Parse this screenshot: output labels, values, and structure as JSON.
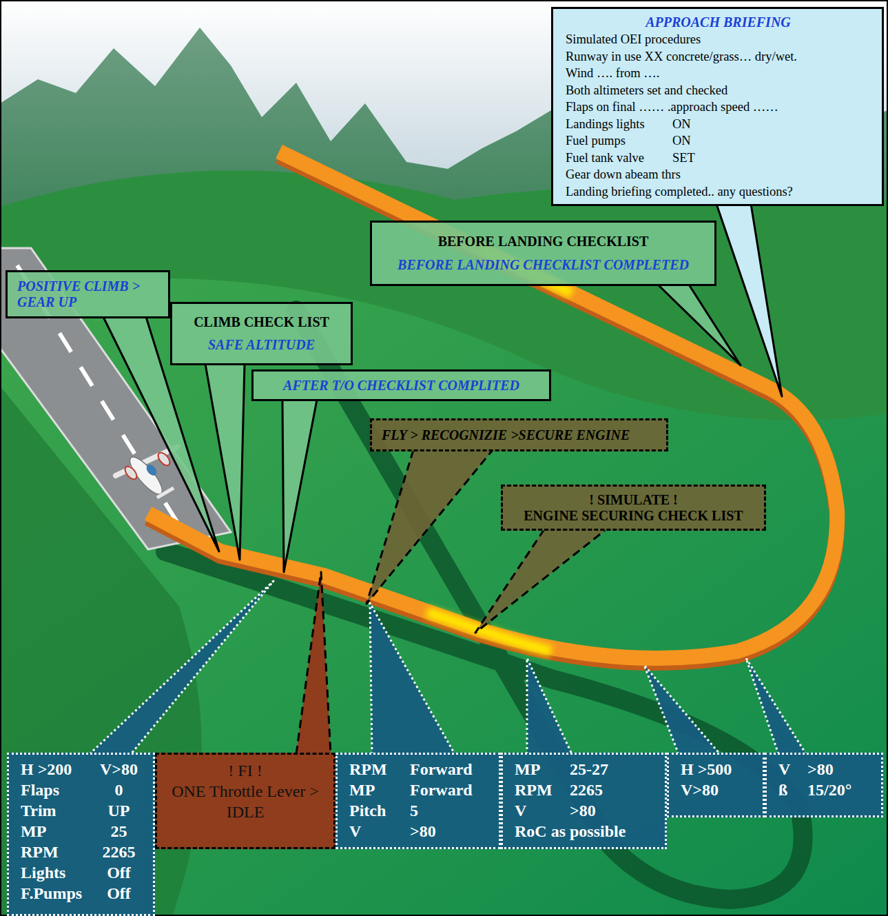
{
  "diagram": {
    "nodes": [
      {
        "text": [
          "APPROACH BRIEFING",
          "Simulated OEI procedures",
          "Runway in use XX concrete/grass… dry/wet.",
          "Wind …. from ….",
          "Both altimeters set and checked",
          "Flaps on final …… .approach speed ……",
          "Landings lights",
          "ON",
          "Fuel pumps",
          "ON",
          "Fuel tank valve",
          "SET",
          "Gear down abeam thrs",
          "Landing briefing completed.. any questions?"
        ]
      },
      {
        "text": [
          "BEFORE LANDING CHECKLIST",
          "BEFORE LANDING CHECKLIST COMPLETED"
        ]
      },
      {
        "text": [
          "POSITIVE CLIMB > GEAR UP"
        ]
      },
      {
        "text": [
          "CLIMB CHECK LIST",
          "SAFE ALTITUDE"
        ]
      },
      {
        "text": [
          "AFTER T/O CHECKLIST COMPLITED"
        ]
      },
      {
        "text": [
          "FLY > RECOGNIZIE >SECURE ENGINE"
        ]
      },
      {
        "text": [
          "! SIMULATE !",
          "ENGINE SECURING CHECK LIST"
        ]
      },
      {
        "text": [
          "H >200",
          "V>80",
          "Flaps",
          "0",
          "Trim",
          "UP",
          "MP",
          "25",
          "RPM",
          "2265",
          "Lights",
          "Off",
          "F.Pumps",
          "Off"
        ]
      },
      {
        "text": [
          "! FI !",
          "ONE Throttle Lever > IDLE"
        ]
      },
      {
        "text": [
          "RPM",
          "Forward",
          "MP",
          "Forward",
          "Pitch",
          "5",
          "V",
          ">80"
        ]
      },
      {
        "text": [
          "MP",
          "25-27",
          "RPM",
          "2265",
          "V",
          ">80",
          "RoC as possible"
        ]
      },
      {
        "text": [
          "H >500",
          "V>80"
        ]
      },
      {
        "text": [
          "V",
          ">80",
          "ß",
          "15/20°"
        ]
      }
    ]
  }
}
